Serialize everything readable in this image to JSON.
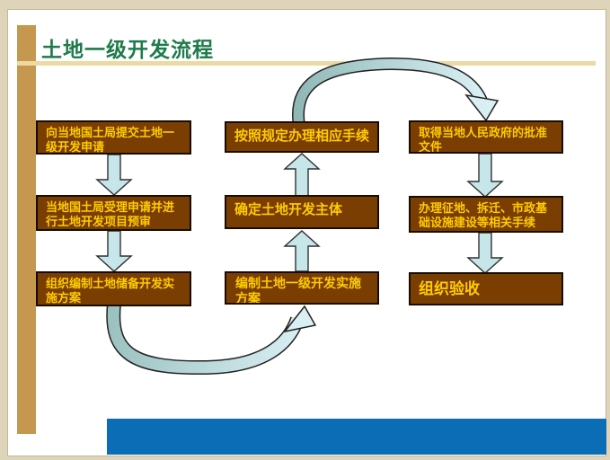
{
  "slide": {
    "title": "土地一级开发流程"
  },
  "flowchart": {
    "steps": [
      {
        "id": "submit-application",
        "label": "向当地国土局提交土地一级开发申请"
      },
      {
        "id": "preliminary-review",
        "label": "当地国土局受理申请并进行土地开发项目预审"
      },
      {
        "id": "reserve-dev-plan",
        "label": "组织编制土地储备开发实施方案"
      },
      {
        "id": "implementation-plan",
        "label": "编制土地一级开发实施方案"
      },
      {
        "id": "determine-developer",
        "label": "确定土地开发主体"
      },
      {
        "id": "handle-procedures",
        "label": "按照规定办理相应手续"
      },
      {
        "id": "government-approval",
        "label": "取得当地人民政府的批准文件"
      },
      {
        "id": "construction-procedures",
        "label": "办理征地、拆迁、市政基础设施建设等相关手续"
      },
      {
        "id": "organize-acceptance",
        "label": "组织验收"
      }
    ]
  },
  "colors": {
    "page_background": "#ded4ba",
    "accent_tan": "#c6974f",
    "accent_tan_light": "#ecd9a4",
    "title_green": "#1e7b4a",
    "box_brown": "#7b3e02",
    "box_text_gold": "#ffcc00",
    "arrow_blue": "#c7e6ea",
    "footer_blue": "#0a6db6"
  }
}
